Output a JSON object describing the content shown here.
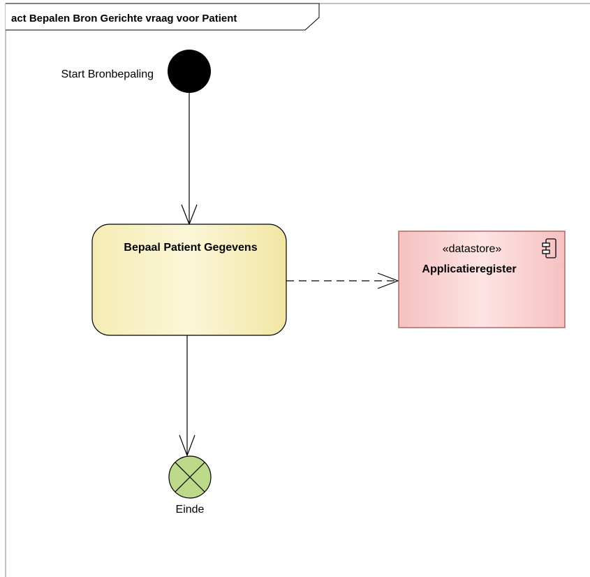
{
  "frame": {
    "title": "act Bepalen Bron Gerichte vraag voor Patient"
  },
  "start_node": {
    "label": "Start Bronbepaling"
  },
  "action": {
    "label": "Bepaal Patient Gegevens",
    "fill_top": "#f7f0c0",
    "fill_bottom": "#f2e8a8",
    "border": "#000000"
  },
  "datastore": {
    "stereotype": "«datastore»",
    "label": "Applicatieregister",
    "fill": "#f8c8c8",
    "border": "#b05050"
  },
  "end_node": {
    "label": "Einde",
    "fill": "#bcd98a"
  },
  "colors": {
    "frame_border": "#808080",
    "line": "#000000"
  }
}
